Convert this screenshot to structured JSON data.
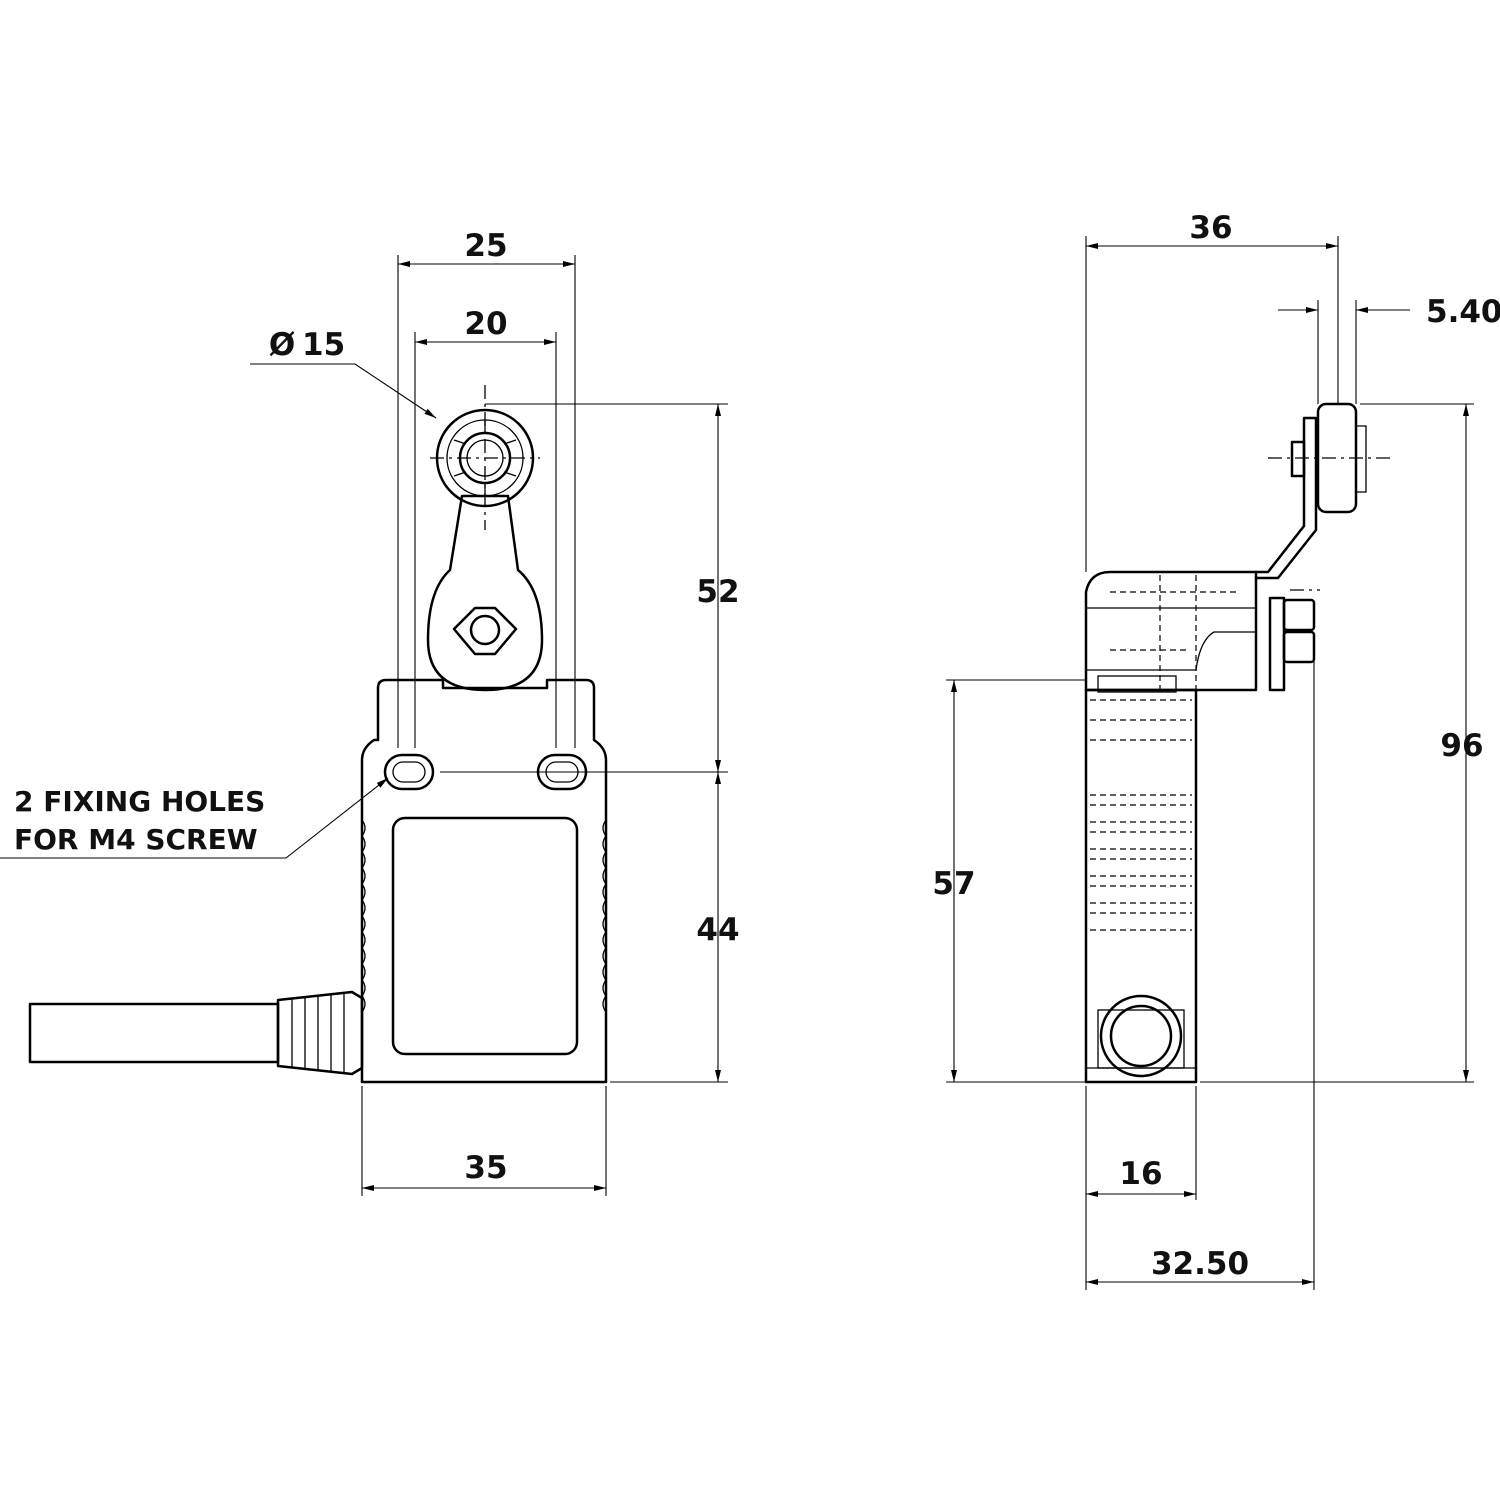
{
  "front_view": {
    "dims": {
      "d25": "25",
      "d20": "20",
      "diameter_symbol": "Ø",
      "diameter_value": "15",
      "d52": "52",
      "d44": "44",
      "d35": "35"
    },
    "note": {
      "line1": "2 FIXING HOLES",
      "line2": "FOR M4 SCREW"
    }
  },
  "side_view": {
    "dims": {
      "d36": "36",
      "d5_40": "5.40",
      "d96": "96",
      "d57": "57",
      "d16": "16",
      "d32_50": "32.50"
    }
  }
}
